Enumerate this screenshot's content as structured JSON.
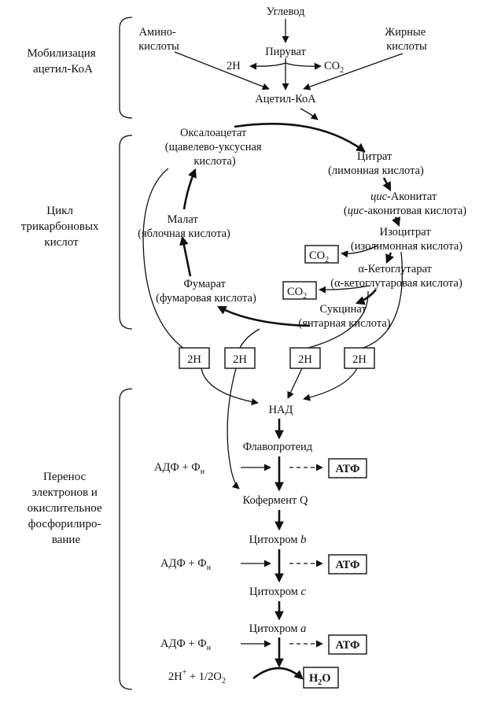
{
  "sections": {
    "mobilization": [
      "Мобилизация",
      "ацетил-КоА"
    ],
    "cycle": [
      "Цикл",
      "трикарбоновых",
      "кислот"
    ],
    "transport": [
      "Перенос",
      "электронов и",
      "окислительное",
      "фосфорилиро-",
      "вание"
    ]
  },
  "mobilization": {
    "carbohydrate": "Углевод",
    "amino_acids": [
      "Амино-",
      "кислоты"
    ],
    "fatty_acids": [
      "Жирные",
      "кислоты"
    ],
    "pyruvate": "Пируват",
    "h2": "2H",
    "co2": "CO",
    "co2_sub": "2",
    "acetyl_coa": "Ацетил-КоА"
  },
  "cycle": {
    "oxaloacetate": [
      "Оксалоацетат",
      "(щавелево-уксусная",
      "кислота)"
    ],
    "citrate": [
      "Цитрат",
      "(лимонная кислота)"
    ],
    "cis_aconitate": {
      "prefix": "цис",
      "name": "-Аконитат",
      "paren_open": "(",
      "paren_prefix": "цис",
      "paren_rest": "-аконитовая кислота)"
    },
    "isocitrate": [
      "Изоцитрат",
      "(изолимонная кислота)"
    ],
    "alpha_kg": [
      "α-Кетоглутарат",
      "(α-кетоглутаровая кислота)"
    ],
    "succinate": [
      "Сукцинат",
      "(янтарная кислота)"
    ],
    "fumarate": [
      "Фумарат",
      "(фумаровая кислота)"
    ],
    "malate": [
      "Малат",
      "(яблочная кислота)"
    ],
    "co2_boxes": [
      {
        "main": "CO",
        "sub": "2"
      },
      {
        "main": "CO",
        "sub": "2"
      }
    ],
    "h_boxes": [
      "2H",
      "2H",
      "2H",
      "2H"
    ]
  },
  "chain": {
    "nad": "НАД",
    "flavoprotein": "Флавопротеид",
    "coenzyme_q": "Кофермент Q",
    "cyt_b": {
      "name": "Цитохром ",
      "letter": "b"
    },
    "cyt_c": {
      "name": "Цитохром ",
      "letter": "c"
    },
    "cyt_a": {
      "name": "Цитохром ",
      "letter": "a"
    },
    "adp": {
      "main": "АДФ + Ф",
      "sub": "н"
    },
    "atp": "АТФ",
    "final_left": {
      "main": "2H",
      "sup": "+",
      "rest": " + 1/2O",
      "sub": "2"
    },
    "water": {
      "main": "H",
      "sub": "2",
      "rest": "O"
    }
  }
}
